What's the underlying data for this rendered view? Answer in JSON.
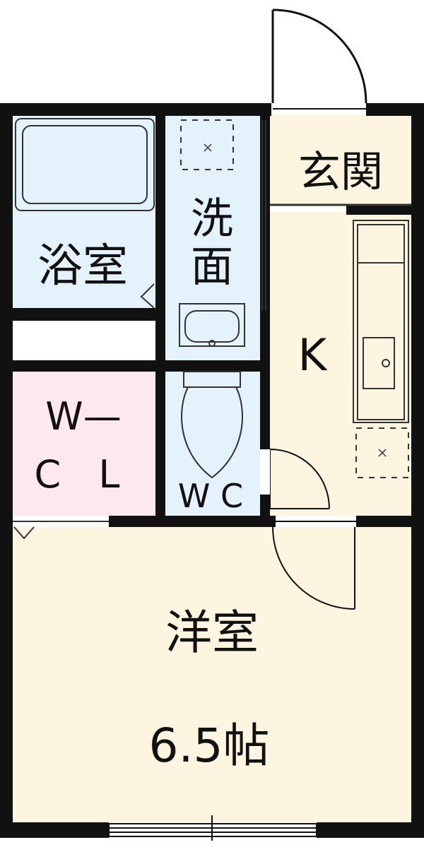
{
  "colors": {
    "wall": "#111111",
    "bath": "#e3f2fb",
    "washroom": "#e3f2fb",
    "wc": "#e3f2fb",
    "wcl": "#fde8ef",
    "kitchen": "#fdf5e0",
    "entrance": "#fdf5e0",
    "western_room": "#fdf5e0",
    "fixture_stroke": "#333333"
  },
  "rooms": {
    "bath": {
      "label": "浴室"
    },
    "washroom": {
      "label_line1": "洗",
      "label_line2": "面"
    },
    "entrance": {
      "label": "玄関"
    },
    "kitchen": {
      "label": "K"
    },
    "wcl": {
      "label_line1": "W—",
      "label_line2": "C L"
    },
    "wc": {
      "label": "W C"
    },
    "western_room": {
      "label": "洋室",
      "size": "6.5帖"
    }
  }
}
